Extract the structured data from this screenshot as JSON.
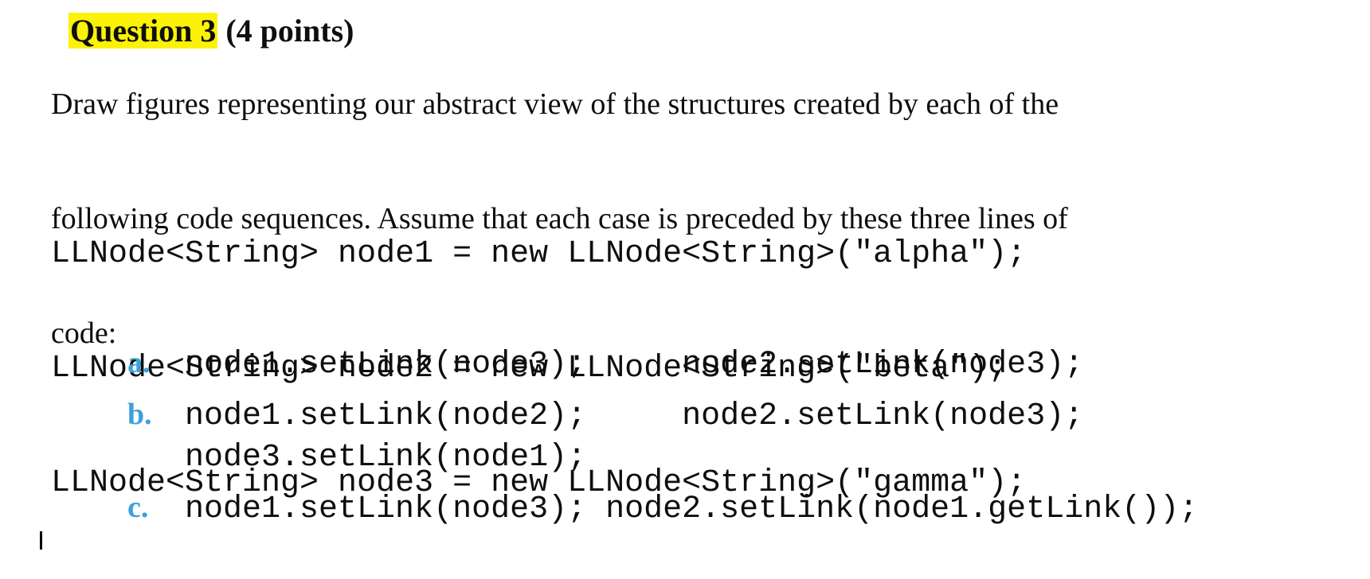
{
  "colors": {
    "page-bg": "#ffffff",
    "text": "#0e0e0e",
    "accent-blue": "#3da0dc",
    "highlight-yellow": "#fcf203",
    "caret": "#000000"
  },
  "heading": {
    "highlighted_text": "Question 3",
    "suffix_text": " (4 points)"
  },
  "intro": {
    "lines": [
      "Draw figures representing our abstract view of the structures created by each of the",
      "following code sequences. Assume that each case is preceded by these three lines of",
      "code:"
    ]
  },
  "setup_code": {
    "lines": [
      "LLNode<String> node1 = new LLNode<String>(\"alpha\");",
      "LLNode<String> node2 = new LLNode<String>(\"beta\");",
      "LLNode<String> node3 = new LLNode<String>(\"gamma\");"
    ]
  },
  "items": [
    {
      "label": "a.",
      "code_lines": [
        "node1.setLink(node3);     node2.setLink(node3);"
      ]
    },
    {
      "label": "b.",
      "code_lines": [
        "node1.setLink(node2);     node2.setLink(node3);",
        "node3.setLink(node1);"
      ]
    },
    {
      "label": "c.",
      "code_lines": [
        "node1.setLink(node3); node2.setLink(node1.getLink());"
      ]
    }
  ]
}
